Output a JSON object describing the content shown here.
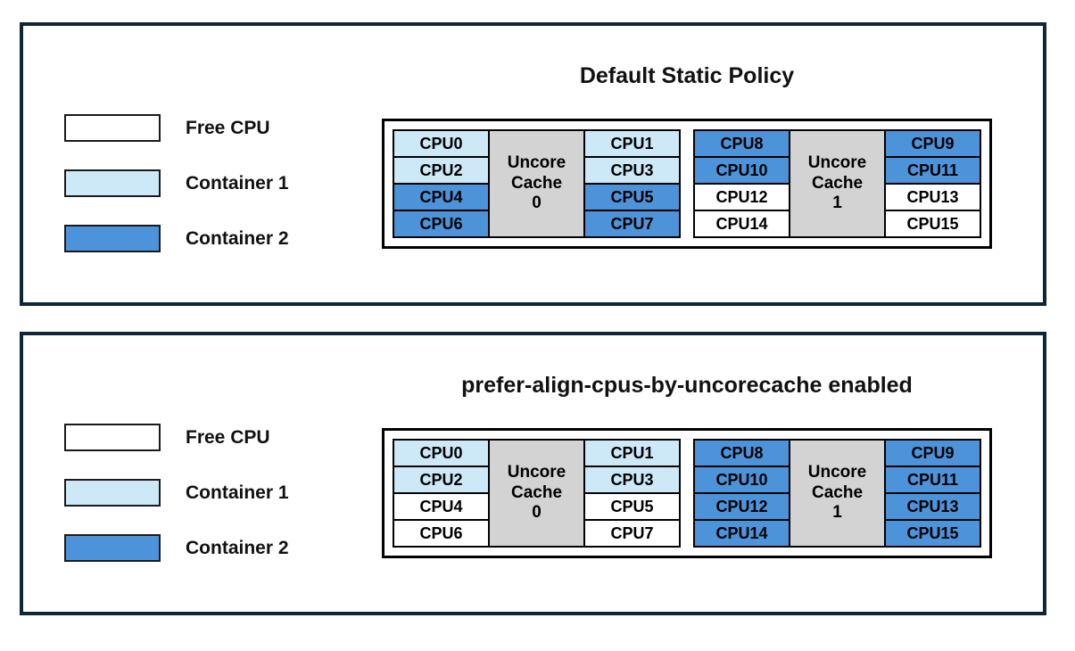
{
  "colors": {
    "free_cpu": "#FFFFFF",
    "container1": "#CDE9F8",
    "container2": "#4D93D9",
    "uncore_cache": "#D3D3D3",
    "panel_border": "#0E2637",
    "cell_border": "#000000"
  },
  "legend": {
    "items": [
      {
        "label": "Free CPU",
        "color_key": "free_cpu"
      },
      {
        "label": "Container 1",
        "color_key": "container1"
      },
      {
        "label": "Container 2",
        "color_key": "container2"
      }
    ]
  },
  "panels": [
    {
      "title": "Default Static Policy",
      "caches": [
        {
          "label_lines": [
            "Uncore",
            "Cache",
            "0"
          ],
          "cpus": [
            {
              "label": "CPU0",
              "owner": "container1"
            },
            {
              "label": "CPU1",
              "owner": "container1"
            },
            {
              "label": "CPU2",
              "owner": "container1"
            },
            {
              "label": "CPU3",
              "owner": "container1"
            },
            {
              "label": "CPU4",
              "owner": "container2"
            },
            {
              "label": "CPU5",
              "owner": "container2"
            },
            {
              "label": "CPU6",
              "owner": "container2"
            },
            {
              "label": "CPU7",
              "owner": "container2"
            }
          ]
        },
        {
          "label_lines": [
            "Uncore",
            "Cache",
            "1"
          ],
          "cpus": [
            {
              "label": "CPU8",
              "owner": "container2"
            },
            {
              "label": "CPU9",
              "owner": "container2"
            },
            {
              "label": "CPU10",
              "owner": "container2"
            },
            {
              "label": "CPU11",
              "owner": "container2"
            },
            {
              "label": "CPU12",
              "owner": "free_cpu"
            },
            {
              "label": "CPU13",
              "owner": "free_cpu"
            },
            {
              "label": "CPU14",
              "owner": "free_cpu"
            },
            {
              "label": "CPU15",
              "owner": "free_cpu"
            }
          ]
        }
      ]
    },
    {
      "title": "prefer-align-cpus-by-uncorecache enabled",
      "caches": [
        {
          "label_lines": [
            "Uncore",
            "Cache",
            "0"
          ],
          "cpus": [
            {
              "label": "CPU0",
              "owner": "container1"
            },
            {
              "label": "CPU1",
              "owner": "container1"
            },
            {
              "label": "CPU2",
              "owner": "container1"
            },
            {
              "label": "CPU3",
              "owner": "container1"
            },
            {
              "label": "CPU4",
              "owner": "free_cpu"
            },
            {
              "label": "CPU5",
              "owner": "free_cpu"
            },
            {
              "label": "CPU6",
              "owner": "free_cpu"
            },
            {
              "label": "CPU7",
              "owner": "free_cpu"
            }
          ]
        },
        {
          "label_lines": [
            "Uncore",
            "Cache",
            "1"
          ],
          "cpus": [
            {
              "label": "CPU8",
              "owner": "container2"
            },
            {
              "label": "CPU9",
              "owner": "container2"
            },
            {
              "label": "CPU10",
              "owner": "container2"
            },
            {
              "label": "CPU11",
              "owner": "container2"
            },
            {
              "label": "CPU12",
              "owner": "container2"
            },
            {
              "label": "CPU13",
              "owner": "container2"
            },
            {
              "label": "CPU14",
              "owner": "container2"
            },
            {
              "label": "CPU15",
              "owner": "container2"
            }
          ]
        }
      ]
    }
  ]
}
